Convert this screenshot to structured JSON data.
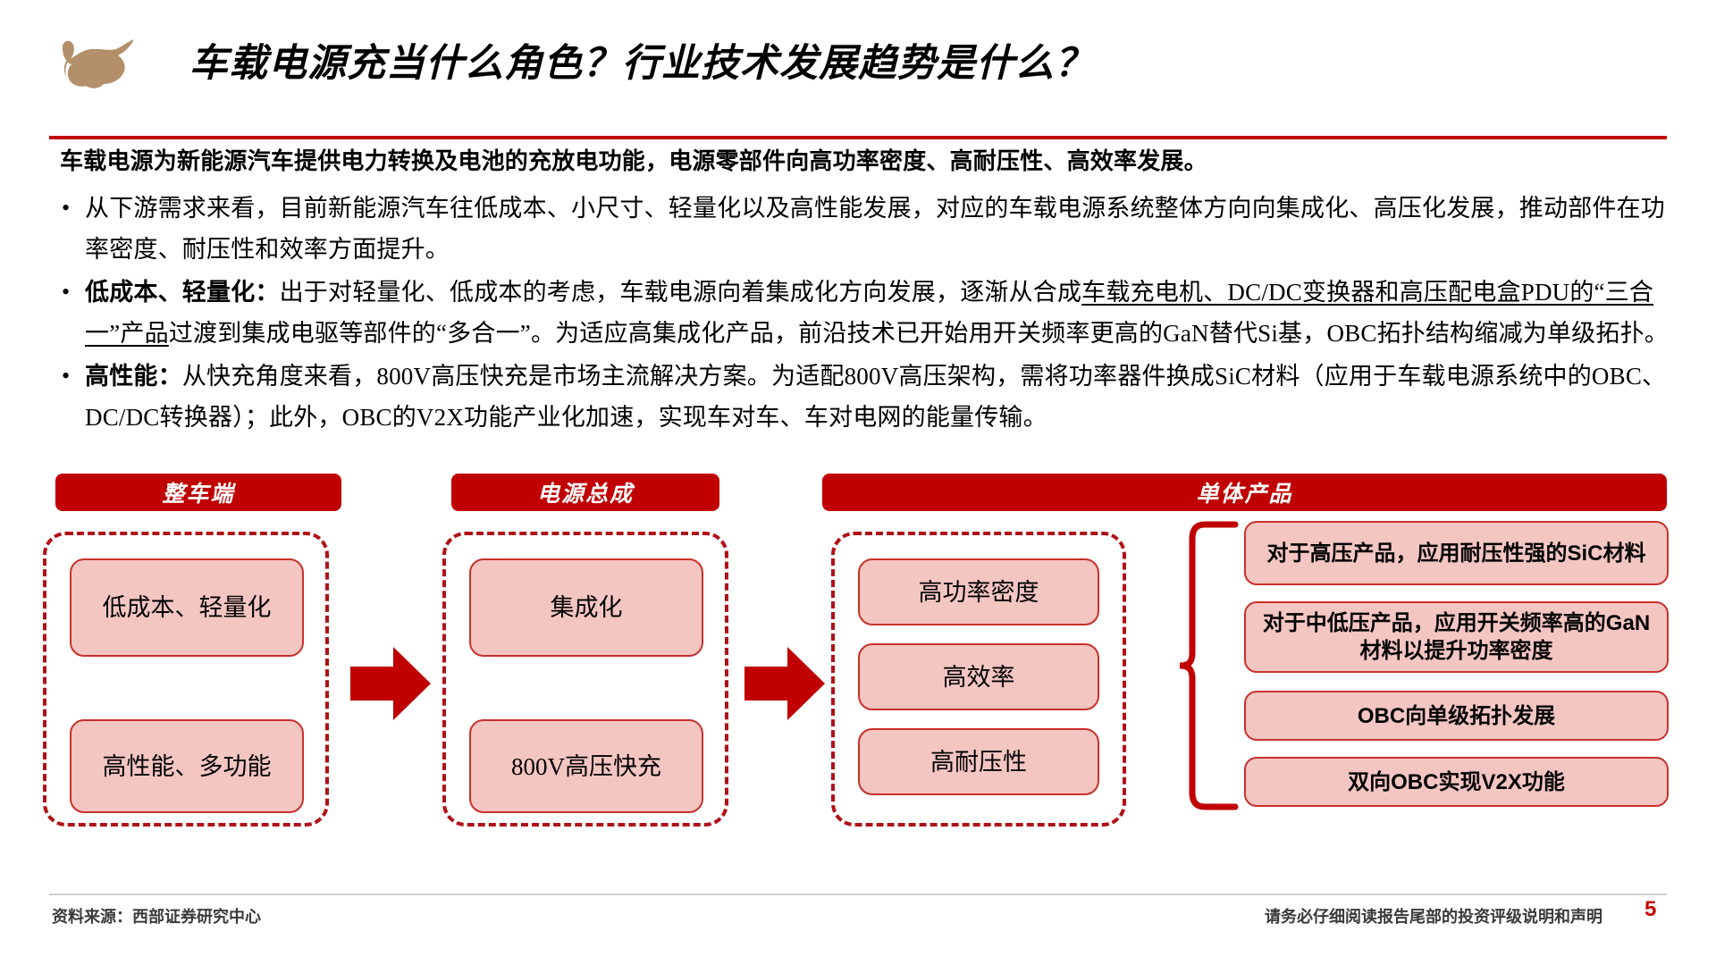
{
  "header": {
    "logo_name": "bull-logo",
    "logo_color": "#b3906a",
    "title": "车载电源充当什么角色？行业技术发展趋势是什么？"
  },
  "colors": {
    "accent_red": "#c00000",
    "box_fill": "#f4c6c2",
    "box_border": "#c9302c",
    "dash_border": "#b01116",
    "logo_brown": "#b3906a"
  },
  "body": {
    "lead": "车载电源为新能源汽车提供电力转换及电池的充放电功能，电源零部件向高功率密度、高耐压性、高效率发展。",
    "bullets": [
      {
        "id": "bullet-demand",
        "text": "从下游需求来看，目前新能源汽车往低成本、小尺寸、轻量化以及高性能发展，对应的车载电源系统整体方向向集成化、高压化发展，推动部件在功率密度、耐压性和效率方面提升。"
      },
      {
        "id": "bullet-lowcost",
        "label": "低成本、轻量化：",
        "text": "出于对轻量化、低成本的考虑，车载电源向着集成化方向发展，逐渐从合成车载充电机、DC/DC变换器和高压配电盒PDU的“三合一”产品过渡到集成电驱等部件的“多合一”。为适应高集成化产品，前沿技术已开始用开关频率更高的GaN替代Si基，OBC拓扑结构缩减为单级拓扑。",
        "underlined": "车载充电机、DC/DC变换器和高压配电盒PDU的“三合一”产品"
      },
      {
        "id": "bullet-performance",
        "label": "高性能：",
        "text": "从快充角度来看，800V高压快充是市场主流解决方案。为适配800V高压架构，需将功率器件换成SiC材料（应用于车载电源系统中的OBC、DC/DC转换器）；此外，OBC的V2X功能产业化加速，实现车对车、车对电网的能量传输。"
      }
    ]
  },
  "diagram": {
    "columns": [
      {
        "id": "column-vehicle",
        "header": "整车端",
        "items": [
          "低成本、轻量化",
          "高性能、多功能"
        ]
      },
      {
        "id": "column-power-assembly",
        "header": "电源总成",
        "items": [
          "集成化",
          "800V高压快充"
        ]
      },
      {
        "id": "column-single-product",
        "header": "单体产品",
        "items": [
          "高功率密度",
          "高效率",
          "高耐压性"
        ]
      }
    ],
    "products": [
      "对于高压产品，应用耐压性强的SiC材料",
      "对于中低压产品，应用开关频率高的GaN材料以提升功率密度",
      "OBC向单级拓扑发展",
      "双向OBC实现V2X功能"
    ],
    "arrows": [
      "arrow-right-1",
      "arrow-right-2"
    ],
    "brace_name": "curly-brace"
  },
  "footer": {
    "source": "资料来源：西部证券研究中心",
    "disclaimer": "请务必仔细阅读报告尾部的投资评级说明和声明",
    "page_number": "5"
  }
}
